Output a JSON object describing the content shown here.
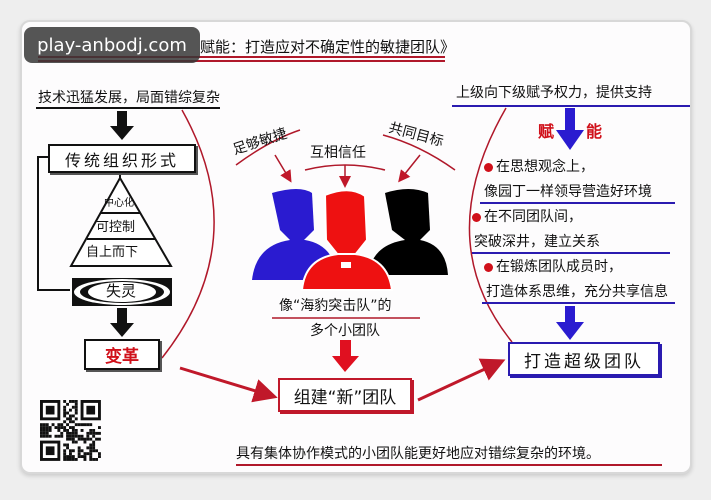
{
  "watermark": "play-anbodj.com",
  "title": "赋能：打造应对不确定性的敏捷团队》",
  "left": {
    "heading": "技术迅猛发展，局面错综复杂",
    "traditional_box": "传统组织形式",
    "pyramid": [
      "中心化",
      "可控制",
      "自上而下"
    ],
    "failure": "失灵",
    "change_box": "变革"
  },
  "center": {
    "traits": [
      "足够敏捷",
      "互相信任",
      "共同目标"
    ],
    "people_colors": [
      "#2a1bd0",
      "#ee1111",
      "#000000"
    ],
    "caption_line1": "像“海豹突击队”的",
    "caption_line2": "多个小团队",
    "new_team_box": "组建“新”团队"
  },
  "right": {
    "heading": "上级向下级赋予权力，提供支持",
    "empower_left": "赋",
    "empower_right": "能",
    "bullets": [
      {
        "line1": "在思想观念上，",
        "line2": "像园丁一样领导营造好环境"
      },
      {
        "line1": "在不同团队间，",
        "line2": "突破深井，建立关系"
      },
      {
        "line1": "在锻炼团队成员时，",
        "line2": "打造体系思维，充分共享信息"
      }
    ],
    "super_team_box": "打造超级团队"
  },
  "conclusion": "具有集体协作模式的小团队能更好地应对错综复杂的环境。",
  "colors": {
    "red": "#c0182a",
    "blue": "#2a1bb0",
    "black": "#111111"
  }
}
